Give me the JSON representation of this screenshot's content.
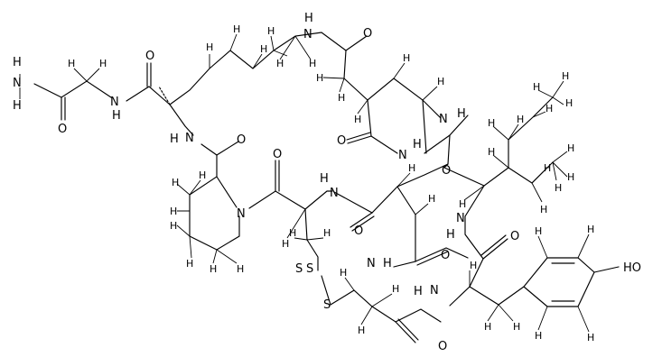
{
  "molecule": {
    "atoms": {
      "N": "N",
      "O": "O",
      "S": "S",
      "H": "H",
      "HO": "HO",
      "NH": "NH"
    }
  }
}
